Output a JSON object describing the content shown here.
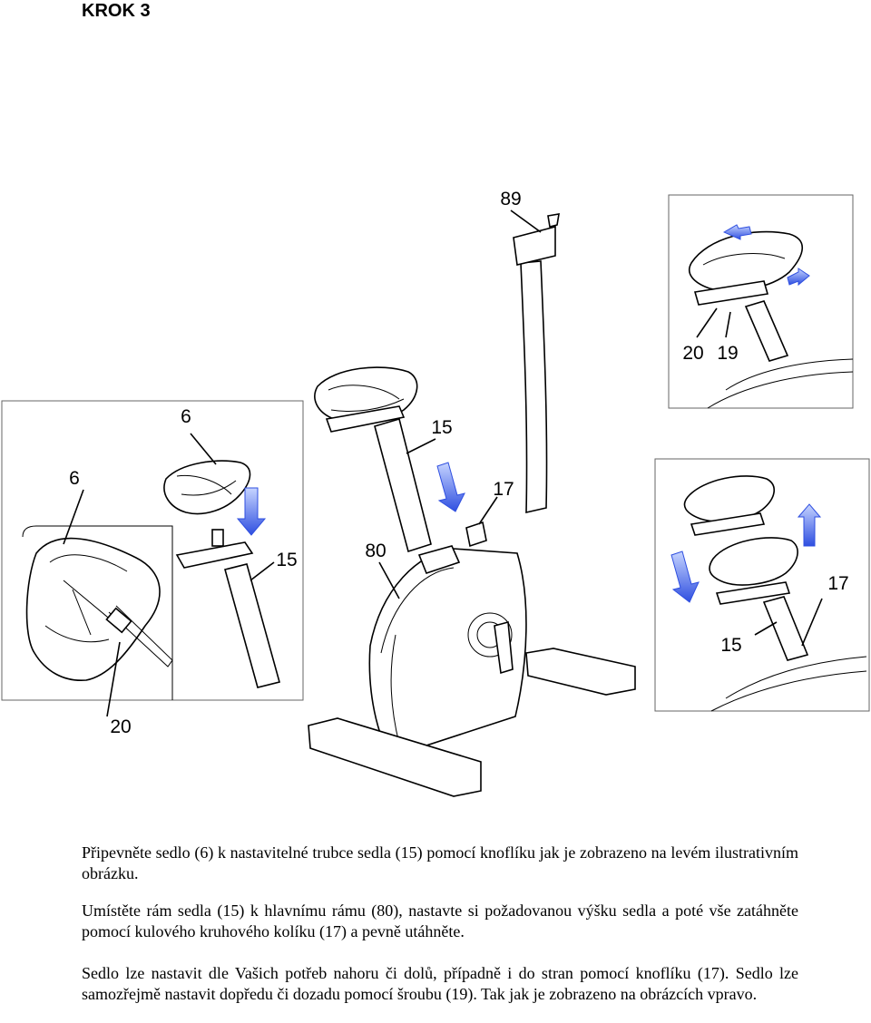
{
  "heading": "KROK 3",
  "callouts": {
    "left_seat": "6",
    "left_seat_part": "6",
    "left_tube": "15",
    "left_screw": "20",
    "main_tube": "15",
    "knob": "17",
    "frame": "80",
    "top_part": "89",
    "top_right_20": "20",
    "top_right_19": "19",
    "bottom_right_17": "17",
    "bottom_right_15": "15"
  },
  "paragraphs": {
    "p1": "Připevněte sedlo (6) k nastavitelné trubce sedla (15) pomocí knoflíku jak je zobrazeno na levém ilustrativním obrázku.",
    "p2": "Umístěte rám sedla (15) k hlavnímu rámu (80), nastavte si požadovanou výšku sedla a poté vše zatáhněte pomocí kulového kruhového kolíku (17) a pevně utáhněte.",
    "p3": "Sedlo lze nastavit dle Vašich potřeb nahoru či dolů, případně i do stran pomocí knoflíku (17). Sedlo lze samozřejmě nastavit dopředu či dozadu pomocí šroubu (19). Tak jak je zobrazeno na obrázcích vpravo."
  }
}
